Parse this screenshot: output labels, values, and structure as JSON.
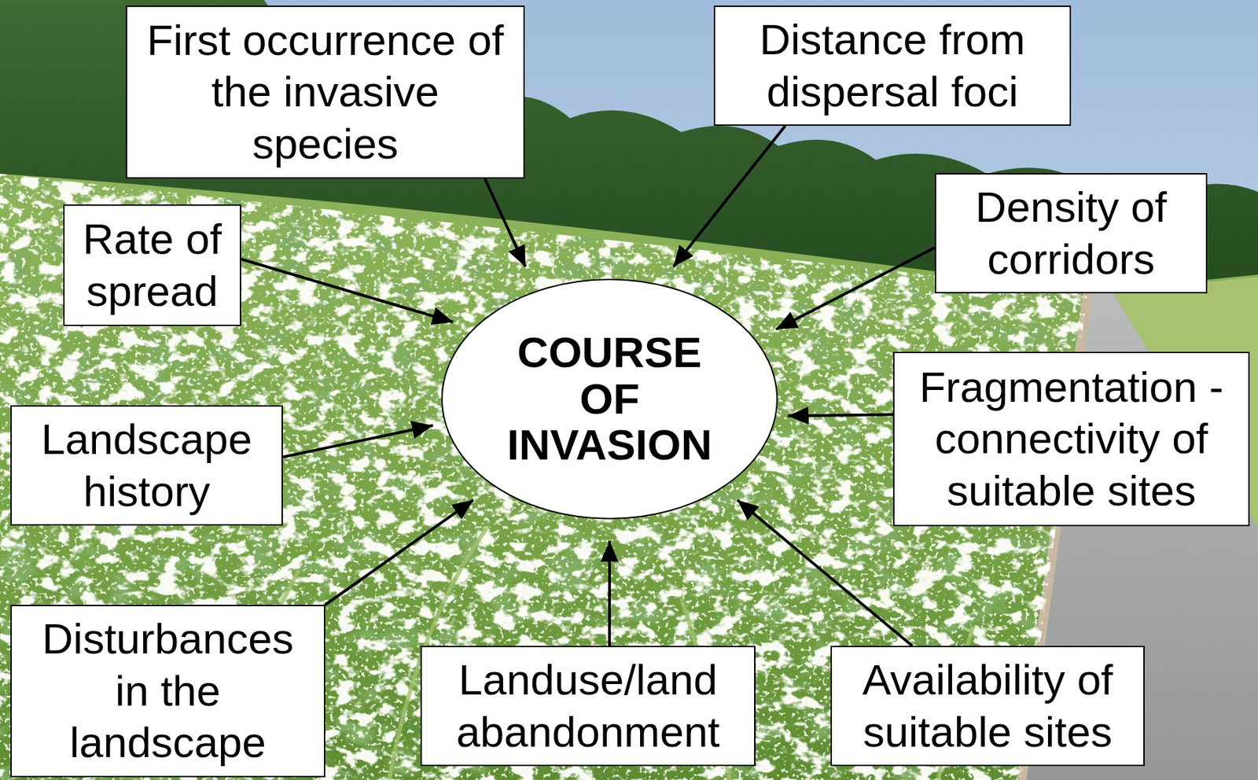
{
  "diagram": {
    "nodes": [
      {
        "text": [
          "First occurrence of the invasive species"
        ]
      },
      {
        "text": [
          "Distance from dispersal foci"
        ]
      },
      {
        "text": [
          "Rate of spread"
        ]
      },
      {
        "text": [
          "Density of corridors"
        ]
      },
      {
        "text": [
          "COURSE OF INVASION"
        ]
      },
      {
        "text": [
          "Landscape history"
        ]
      },
      {
        "text": [
          "Fragmentation - connectivity of suitable sites"
        ]
      },
      {
        "text": [
          "Disturbances in the landscape"
        ]
      },
      {
        "text": [
          "Landuse/land abandonment"
        ]
      },
      {
        "text": [
          "Availability of suitable sites"
        ]
      }
    ],
    "edges": [
      {
        "from": 0,
        "to": 4,
        "arrow": "to"
      },
      {
        "from": 1,
        "to": 4,
        "arrow": "to"
      },
      {
        "from": 2,
        "to": 4,
        "arrow": "to"
      },
      {
        "from": 3,
        "to": 4,
        "arrow": "to"
      },
      {
        "from": 5,
        "to": 4,
        "arrow": "to"
      },
      {
        "from": 6,
        "to": 4,
        "arrow": "to"
      },
      {
        "from": 7,
        "to": 4,
        "arrow": "to"
      },
      {
        "from": 8,
        "to": 4,
        "arrow": "to"
      },
      {
        "from": 9,
        "to": 4,
        "arrow": "to"
      }
    ]
  }
}
